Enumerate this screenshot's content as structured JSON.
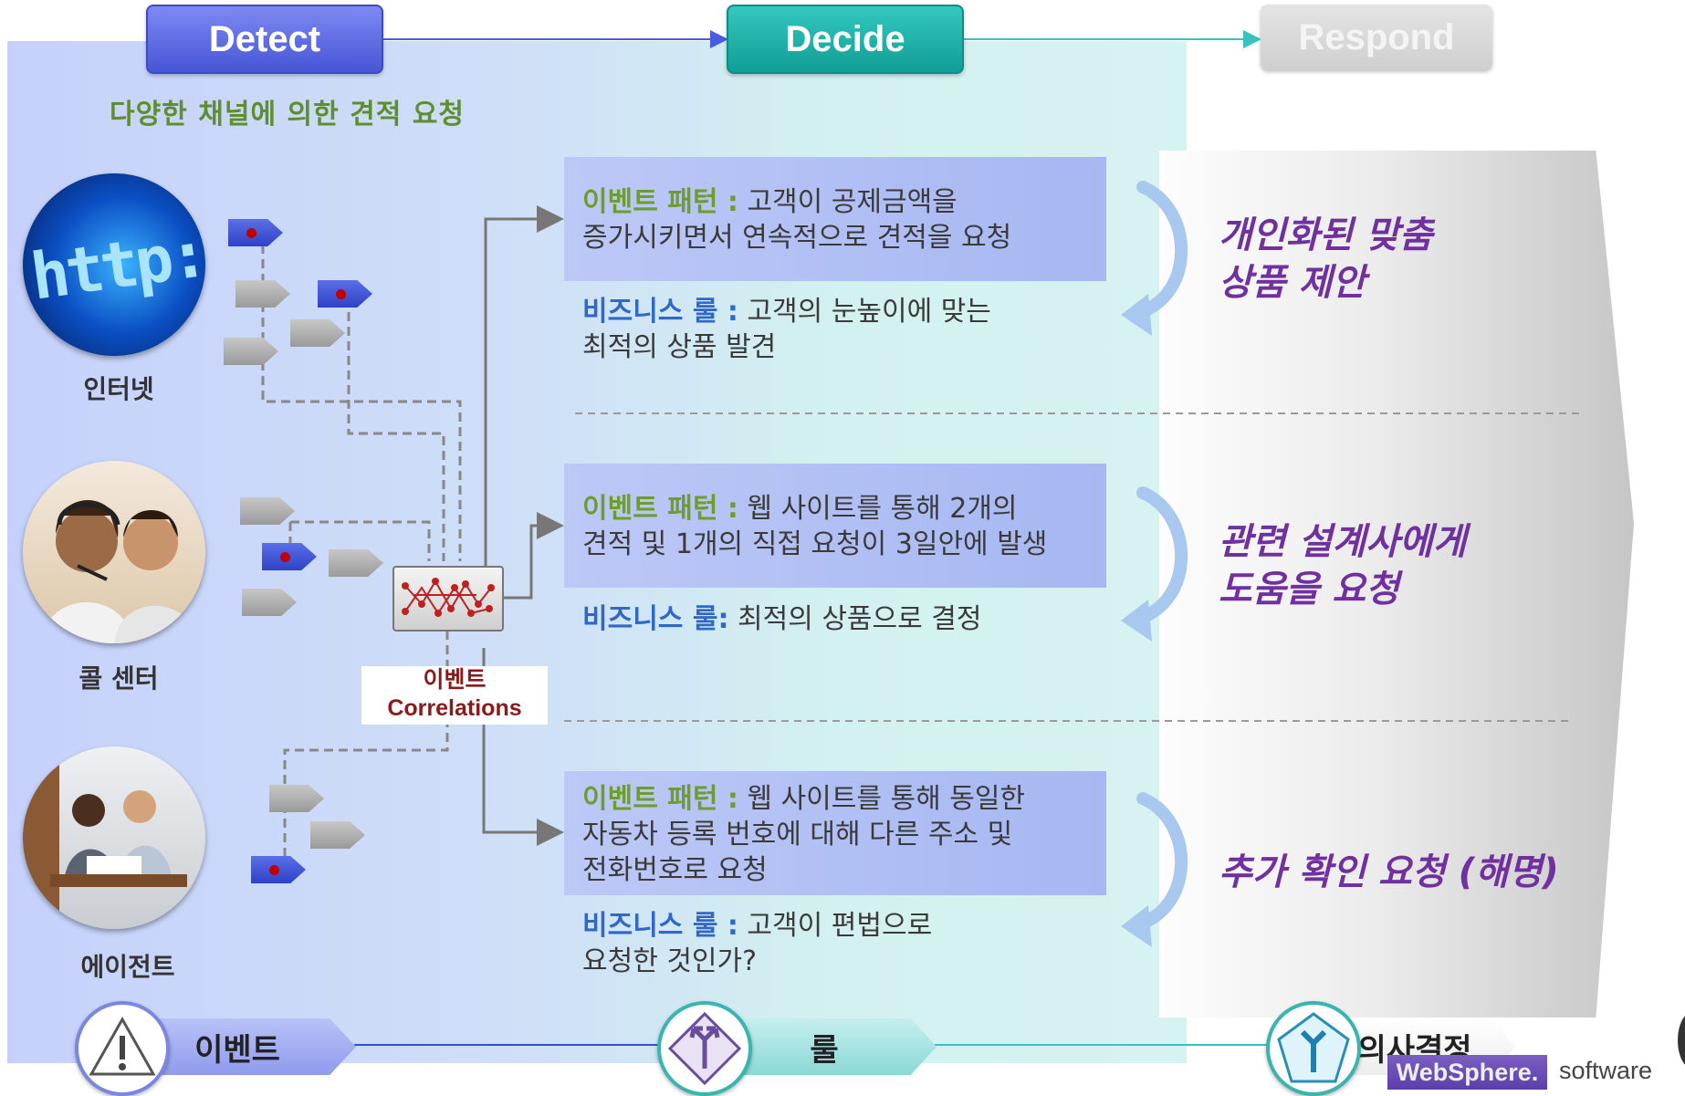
{
  "phases": {
    "detect": "Detect",
    "decide": "Decide",
    "respond": "Respond"
  },
  "subtitle": "다양한 채널에 의한 견적 요청",
  "channels": [
    {
      "label": "인터넷",
      "image_text": "http://w"
    },
    {
      "label": "콜 센터"
    },
    {
      "label": "에이전트"
    }
  ],
  "correlations": {
    "line1": "이벤트",
    "line2": "Correlations"
  },
  "decide": [
    {
      "pattern_label": "이벤트 패턴 :",
      "pattern_lines": [
        " 고객이 공제금액을",
        "증가시키면서 연속적으로 견적을 요청"
      ],
      "rule_label": "비즈니스 룰 :",
      "rule_lines": [
        " 고객의 눈높이에 맞는",
        "최적의 상품 발견"
      ]
    },
    {
      "pattern_label": "이벤트 패턴 :",
      "pattern_lines": [
        " 웹 사이트를 통해 2개의",
        "견적 및 1개의 직접 요청이 3일안에 발생"
      ],
      "rule_label": "비즈니스 룰:",
      "rule_lines": [
        " 최적의 상품으로 결정"
      ]
    },
    {
      "pattern_label": "이벤트 패턴 :",
      "pattern_lines": [
        " 웹 사이트를 통해 동일한",
        "자동차 등록 번호에 대해 다른 주소 및",
        "전화번호로 요청"
      ],
      "rule_label": "비즈니스 룰 :",
      "rule_lines": [
        " 고객이 편법으로",
        "요청한 것인가?"
      ]
    }
  ],
  "respond": [
    {
      "lines": [
        "개인화된 맞춤",
        "상품 제안"
      ]
    },
    {
      "lines": [
        "관련 설계사에게",
        "도움을 요청"
      ]
    },
    {
      "lines": [
        "추가 확인 요청 (해명)"
      ]
    }
  ],
  "bottom": {
    "event": "이벤트",
    "rule": "룰",
    "decision": "의사결정"
  },
  "footer": {
    "brand": "WebSphere.",
    "software": "software"
  },
  "colors": {
    "detect": "#4656d6",
    "decide": "#109e96",
    "respond_text": "#7030a0",
    "pattern_lead": "#6d9d2c",
    "rule_lead": "#2f68c6"
  }
}
